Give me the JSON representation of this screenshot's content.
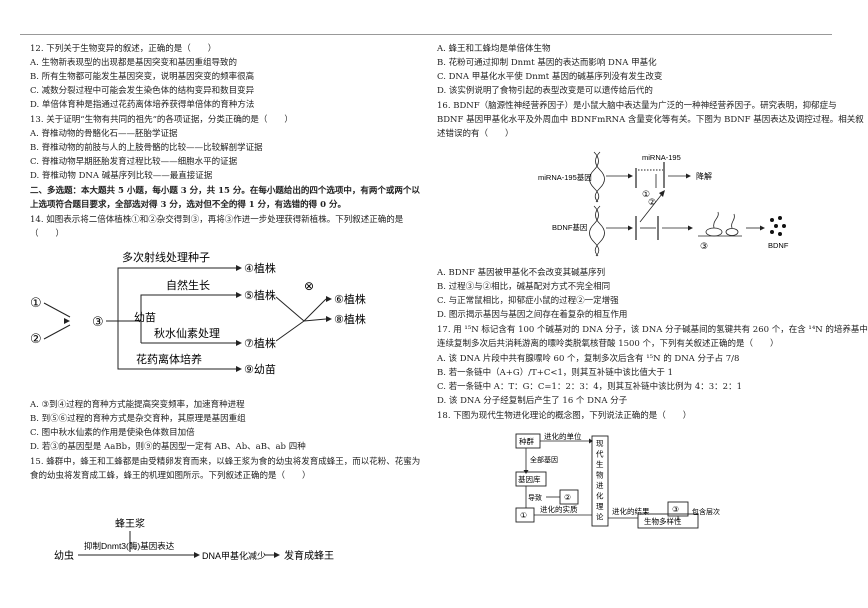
{
  "left": {
    "q12": {
      "stem": "12. 下列关于生物变异的叙述，正确的是（　　）",
      "A": "A. 生物新表现型的出现都是基因突变和基因重组导致的",
      "B": "B. 所有生物都可能发生基因突变，说明基因突变的频率很高",
      "C": "C. 减数分裂过程中可能会发生染色体的结构变异和数目变异",
      "D": "D. 单倍体育种是指通过花药离体培养获得单倍体的育种方法"
    },
    "q13": {
      "stem": "13. 关于证明“生物有共同的祖先”的各项证据，分类正确的是（　　）",
      "A": "A. 脊椎动物的骨骼化石——胚胎学证据",
      "B": "B. 脊椎动物的前肢与人的上肢骨骼的比较——比较解剖学证据",
      "C": "C. 脊椎动物早期胚胎发育过程比较——细胞水平的证据",
      "D": "D. 脊椎动物 DNA 碱基序列比较——最直接证据"
    },
    "section2": {
      "line1": "二、多选题：本大题共 5 小题，每小题 3 分，共 15 分。在每小题给出的四个选项中，有两个或两个以",
      "line2": "上选项符合题目要求，全部选对得 3 分，选对但不全的得 1 分，有选错的得 0 分。"
    },
    "q14": {
      "stem1": "14. 如图表示将二倍体植株①和②杂交得到③，再将③作进一步处理获得新植株。下列叙述正确的是",
      "stem2": "（　　）",
      "diagram": {
        "n1": "①",
        "n2": "②",
        "n3": "③",
        "n4": "④植株",
        "n5": "⑤植株",
        "n6": "⑥植株",
        "n7": "⑦植株",
        "n8": "⑧植株",
        "n9": "⑨幼苗",
        "cross": "⊗",
        "l_radiation": "多次射线处理种子",
        "l_natural": "自然生长",
        "l_seedling": "幼苗",
        "l_colchicine": "秋水仙素处理",
        "l_anther": "花药离体培养"
      },
      "A": "A. ③到④过程的育种方式能提高突变频率，加速育种进程",
      "B": "B. 到⑤⑥过程的育种方式是杂交育种，其原理是基因重组",
      "C": "C. 图中秋水仙素的作用是使染色体数目加倍",
      "D": "D. 若③的基因型是 AaBb，则⑨的基因型一定有 AB、Ab、aB、ab 四种"
    },
    "q15": {
      "stem1": "15. 蜂群中，蜂王和工蜂都是由受精卵发育而来，以蜂王浆为食的幼虫将发育成蜂王，而以花粉、花蜜为",
      "stem2": "食的幼虫将发育成工蜂，蜂王的机理如图所示。下列叙述正确的是（　　）",
      "diagram": {
        "royal_jelly": "蜂王浆",
        "larva": "幼虫",
        "inhibit": "抑制Dnmt3(酶)基因表达",
        "dna_methyl": "DNA甲基化减少",
        "develop": "发育成蜂王"
      }
    }
  },
  "right": {
    "q15_opts": {
      "A": "A. 蜂王和工蜂均是单倍体生物",
      "B": "B. 花粉可通过抑制 Dnmt 基因的表达而影响 DNA 甲基化",
      "C": "C. DNA 甲基化水平使 Dnmt 基因的碱基序列没有发生改变",
      "D": "D. 该实例说明了食物引起的表型改变是可以遗传给后代的"
    },
    "q16": {
      "stem1": "16. BDNF（脑源性神经营养因子）是小鼠大脑中表达量为广泛的一种神经营养因子。研究表明，抑郁症与",
      "stem2": "BDNF 基因甲基化水平及外周血中 BDNFmRNA 含量变化等有关。下图为 BDNF 基因表达及调控过程。相关叙",
      "stem3": "述错误的有（　　）",
      "diagram": {
        "mirna_gene": "miRNA-195基因",
        "mirna": "miRNA-195",
        "degrade": "降解",
        "bdnf_gene": "BDNF基因",
        "bdnf": "BDNF",
        "c1": "①",
        "c2": "②",
        "c3": "③"
      },
      "A": "A. BDNF 基因被甲基化不会改变其碱基序列",
      "B": "B. 过程③与②相比，碱基配对方式不完全相同",
      "C": "C. 与正常鼠相比，抑郁症小鼠的过程②一定增强",
      "D": "D. 图示揭示基因与基因之间存在着复杂的相互作用"
    },
    "q17": {
      "stem1": "17. 用 ¹⁵N 标记含有 100 个碱基对的 DNA 分子，该 DNA 分子碱基间的氢键共有 260 个，在含 ¹⁴N 的培养基中",
      "stem2": "连续复制多次后共消耗游离的嘌呤类脱氧核苷酸 1500 个，下列有关叙述正确的是（　　）",
      "A": "A. 该 DNA 片段中共有腺嘌呤 60 个，复制多次后含有 ¹⁵N 的 DNA 分子占 7/8",
      "B": "B. 若一条链中（A+G）/T+C<1，则其互补链中该比值大于 1",
      "C": "C. 若一条链中 A：T：G：C=1：2：3：4，则其互补链中该比例为 4：3：2：1",
      "D": "D. 该 DNA 分子经复制后产生了 16 个 DNA 分子"
    },
    "q18": {
      "stem": "18. 下图为现代生物进化理论的概念图，下列说法正确的是（　　）",
      "diagram": {
        "population": "种群",
        "unit": "进化的单位",
        "all_genes": "全部基因",
        "gene_pool": "基因库",
        "leads": "导致",
        "c1": "①",
        "c2": "②",
        "c3": "③",
        "essence": "进化的实质",
        "theory": "现代生物进化理论",
        "result": "进化的结果",
        "biodiversity": "生物多样性",
        "includes": "包含层次"
      }
    }
  }
}
